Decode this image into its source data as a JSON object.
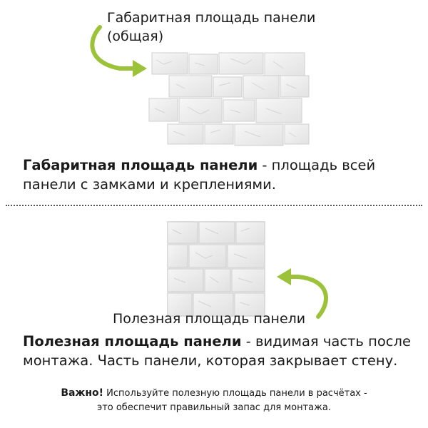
{
  "top": {
    "caption_line1": "Габаритная площадь панели",
    "caption_line2": "(общая)",
    "definition_term": "Габаритная площадь панели",
    "definition_rest": " - площадь всей",
    "definition_line2": "панели с замками и креплениями."
  },
  "bottom": {
    "caption": "Полезная площадь панели",
    "definition_term": "Полезная площадь панели",
    "definition_rest": " - видимая часть после",
    "definition_line2": "монтажа. Часть панели, которая закрывает стену."
  },
  "note": {
    "label": "Важно!",
    "line1": "  Используйте полезную площадь панели в расчётах -",
    "line2": "это обеспечит правильный запас для монтажа."
  },
  "colors": {
    "arrow": "#9cc23a",
    "stone": "#efefef",
    "stone_line": "#c9c9c9"
  },
  "icons": {
    "top_arrow": "curved-arrow-right-icon",
    "bottom_arrow": "curved-arrow-left-icon"
  }
}
